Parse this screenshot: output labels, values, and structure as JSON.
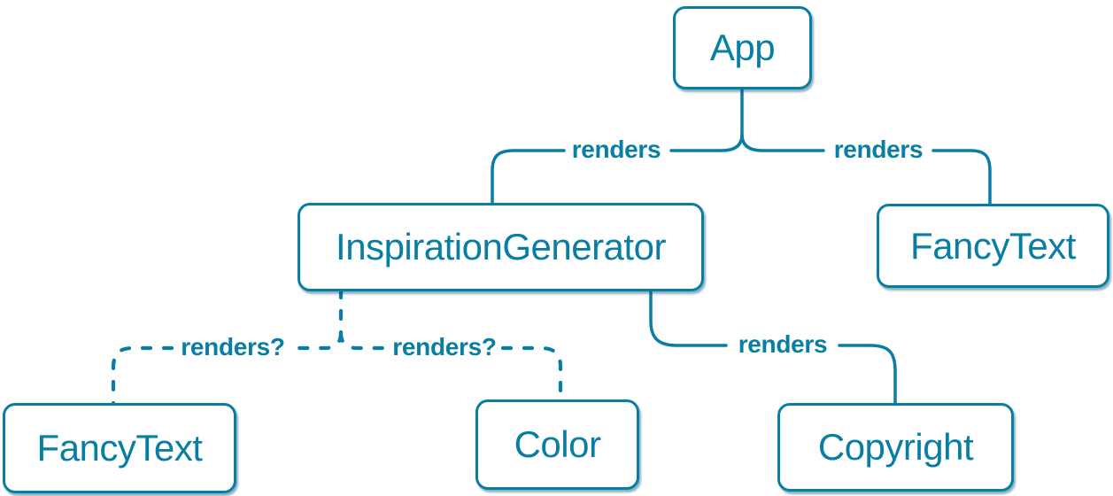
{
  "colors": {
    "accent": "#087ea4",
    "node_fill": "#ffffff",
    "background": "#ffffff"
  },
  "nodes": [
    {
      "id": "app",
      "label": "App"
    },
    {
      "id": "inspiration-generator",
      "label": "InspirationGenerator"
    },
    {
      "id": "fancy-text-top",
      "label": "FancyText"
    },
    {
      "id": "fancy-text-bottom",
      "label": "FancyText"
    },
    {
      "id": "color",
      "label": "Color"
    },
    {
      "id": "copyright",
      "label": "Copyright"
    }
  ],
  "edges": [
    {
      "from": "App",
      "to": "InspirationGenerator",
      "label": "renders",
      "style": "solid"
    },
    {
      "from": "App",
      "to": "FancyText",
      "label": "renders",
      "style": "solid"
    },
    {
      "from": "InspirationGenerator",
      "to": "FancyText",
      "label": "renders?",
      "style": "dashed"
    },
    {
      "from": "InspirationGenerator",
      "to": "Color",
      "label": "renders?",
      "style": "dashed"
    },
    {
      "from": "InspirationGenerator",
      "to": "Copyright",
      "label": "renders",
      "style": "solid"
    }
  ]
}
